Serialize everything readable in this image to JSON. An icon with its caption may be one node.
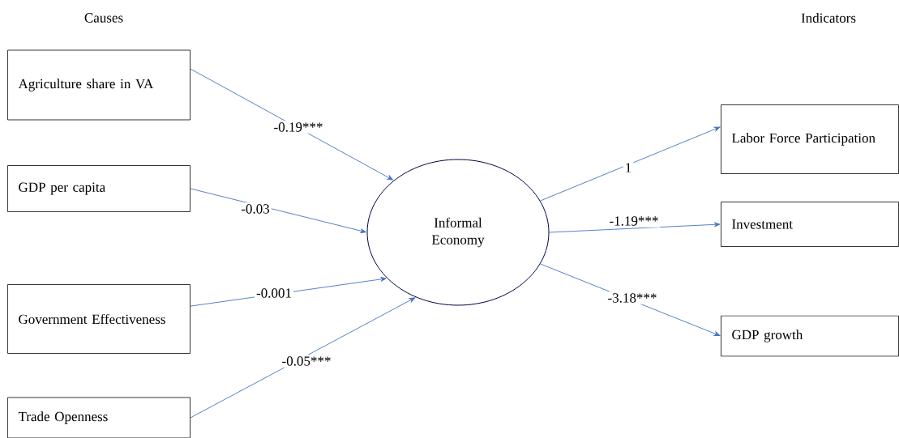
{
  "diagram": {
    "nodes": [
      {
        "text": [
          "Agriculture share in VA"
        ]
      },
      {
        "text": [
          "GDP per capita"
        ]
      },
      {
        "text": [
          "Government Effectiveness"
        ]
      },
      {
        "text": [
          "Trade Openness"
        ]
      },
      {
        "text": [
          "Informal Economy"
        ]
      },
      {
        "text": [
          "Labor Force Participation"
        ]
      },
      {
        "text": [
          "Investment"
        ]
      },
      {
        "text": [
          "GDP growth"
        ]
      }
    ],
    "edges": [
      {
        "from": 0,
        "to": 4,
        "arrow": "to",
        "label": "-0.19***"
      },
      {
        "from": 1,
        "to": 4,
        "arrow": "to",
        "label": "-0.03"
      },
      {
        "from": 2,
        "to": 4,
        "arrow": "to",
        "label": "-0.001"
      },
      {
        "from": 3,
        "to": 4,
        "arrow": "to",
        "label": "-0.05***"
      },
      {
        "from": 4,
        "to": 5,
        "arrow": "to",
        "label": "1"
      },
      {
        "from": 4,
        "to": 6,
        "arrow": "to",
        "label": "-1.19***"
      },
      {
        "from": 4,
        "to": 7,
        "arrow": "to",
        "label": "-3.18***"
      }
    ],
    "labels": [
      "Causes",
      "Indicators"
    ]
  }
}
